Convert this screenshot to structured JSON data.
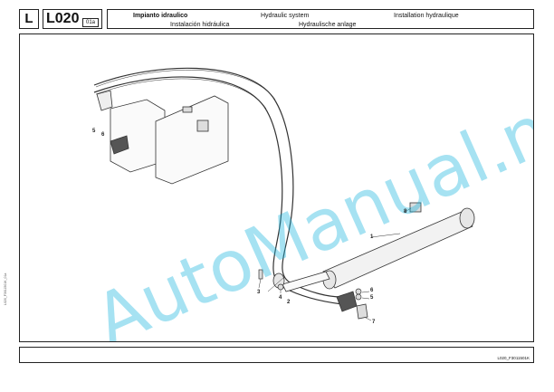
{
  "header": {
    "section_letter": "L",
    "code": "L020",
    "revision": "01a",
    "title_it": "Impianto idraulico",
    "title_en": "Hydraulic system",
    "title_fr": "Installation hydraulique",
    "title_es": "Instalación hidráulica",
    "title_de": "Hydraulische anlage"
  },
  "drawing": {
    "callouts": [
      "1",
      "2",
      "3",
      "4",
      "5",
      "6",
      "5",
      "6",
      "7",
      "8"
    ],
    "watermark": "AutoManual.net"
  },
  "footer": {
    "reference": "L020_F3011501K",
    "side_code": "L020_F3011501K_01a"
  }
}
